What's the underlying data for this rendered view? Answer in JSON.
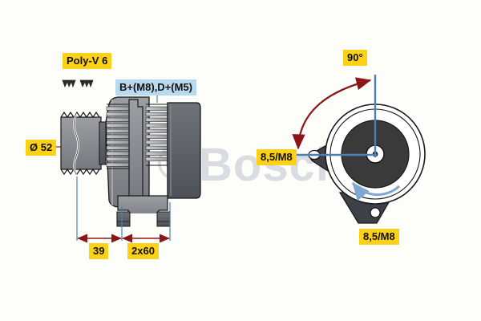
{
  "diagram": {
    "title": "Bosch alternator dimension drawing",
    "watermark": "Bosch",
    "watermark_symbol": "©",
    "background_color": "#fdfdfa"
  },
  "colors": {
    "label_yellow": "#fcd116",
    "label_blue": "#b9d9ef",
    "dimension_red": "#8c1616",
    "centerline_blue": "#4a7fb5",
    "rotation_arrow_blue": "#7fa8d0",
    "housing_gray": "#8c8f94",
    "housing_dark": "#5a5d62",
    "hub_dark": "#3a3a3a",
    "outline_black": "#1a1a1a"
  },
  "labels": {
    "poly_v": "Poly-V 6",
    "terminals": "B+(M8),D+(M5)",
    "pulley_diameter": "Ø 52",
    "dim_39": "39",
    "dim_2x60": "2x60",
    "angle_90": "90°",
    "mount_left": "8,5/M8",
    "mount_bottom": "8,5/M8"
  },
  "views": {
    "side_view": {
      "name": "side-elevation",
      "components": [
        "poly-v-pulley",
        "drive-end-housing",
        "stator-fins",
        "slip-ring-cover",
        "mounting-feet"
      ]
    },
    "end_view": {
      "name": "end-elevation",
      "components": [
        "outer-housing-circle",
        "rotor-disc",
        "shaft-center",
        "left-mounting-lug",
        "bottom-mounting-lug",
        "rotation-direction-arrow"
      ]
    }
  }
}
